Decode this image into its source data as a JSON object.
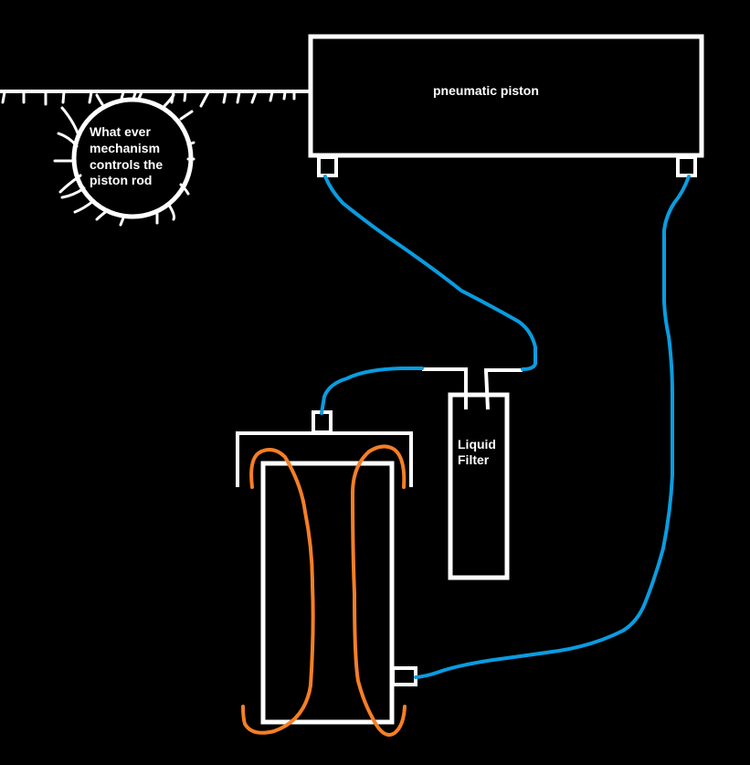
{
  "diagram": {
    "type": "hand-drawn schematic",
    "background": "#000000",
    "colors": {
      "outline": "#ffffff",
      "tubing": "#0a9ce0",
      "heating_coil": "#f57f25"
    },
    "components": {
      "piston": {
        "label": "pneumatic piston"
      },
      "mechanism": {
        "label_lines": [
          "What ever",
          "mechanism",
          "controls the",
          "piston rod"
        ]
      },
      "filter": {
        "label_lines": [
          "Liquid",
          "Filter"
        ]
      },
      "reservoir": {
        "label": ""
      }
    },
    "connections": [
      {
        "from": "piston-left-port",
        "to": "filter-right-inlet",
        "color": "tubing"
      },
      {
        "from": "filter-left-inlet",
        "to": "reservoir-top-port",
        "color": "tubing"
      },
      {
        "from": "piston-right-port",
        "to": "reservoir-side-port",
        "color": "tubing"
      }
    ]
  }
}
